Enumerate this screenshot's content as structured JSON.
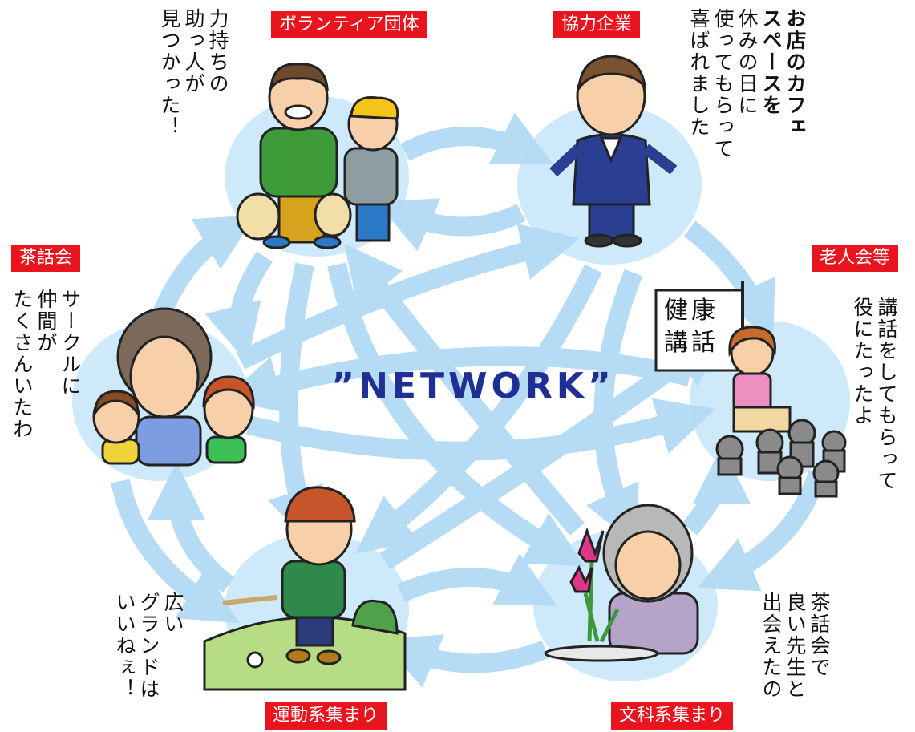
{
  "center": {
    "title": "”NETWORK”"
  },
  "colors": {
    "arrow": "#b3dbf5",
    "circle": "#cde9fa",
    "tag_bg": "#e8141e",
    "title": "#1f2f93"
  },
  "groups": {
    "volunteer": {
      "tag": "ボランティア団体",
      "lines": [
        "力持ちの",
        "助っ人が",
        "見つかった！"
      ]
    },
    "company": {
      "tag": "協力企業",
      "bold_lines": [
        "お店のカフェ",
        "スペースを"
      ],
      "lines": [
        "休みの日に",
        "使ってもらって",
        "喜ばれました"
      ]
    },
    "elderly": {
      "tag": "老人会等",
      "board": [
        "健康",
        "講話"
      ],
      "lines": [
        "講話をしてもらって",
        "役にたったよ"
      ]
    },
    "culture": {
      "tag": "文科系集まり",
      "lines": [
        "茶話会で",
        "良い先生と",
        "出会えたの"
      ]
    },
    "sports": {
      "tag": "運動系集まり",
      "lines": [
        "広い",
        "グランドは",
        "いいねぇ！"
      ]
    },
    "tea": {
      "tag": "茶話会",
      "lines": [
        "サークルに",
        "仲間が",
        "たくさんいたわ"
      ]
    }
  }
}
